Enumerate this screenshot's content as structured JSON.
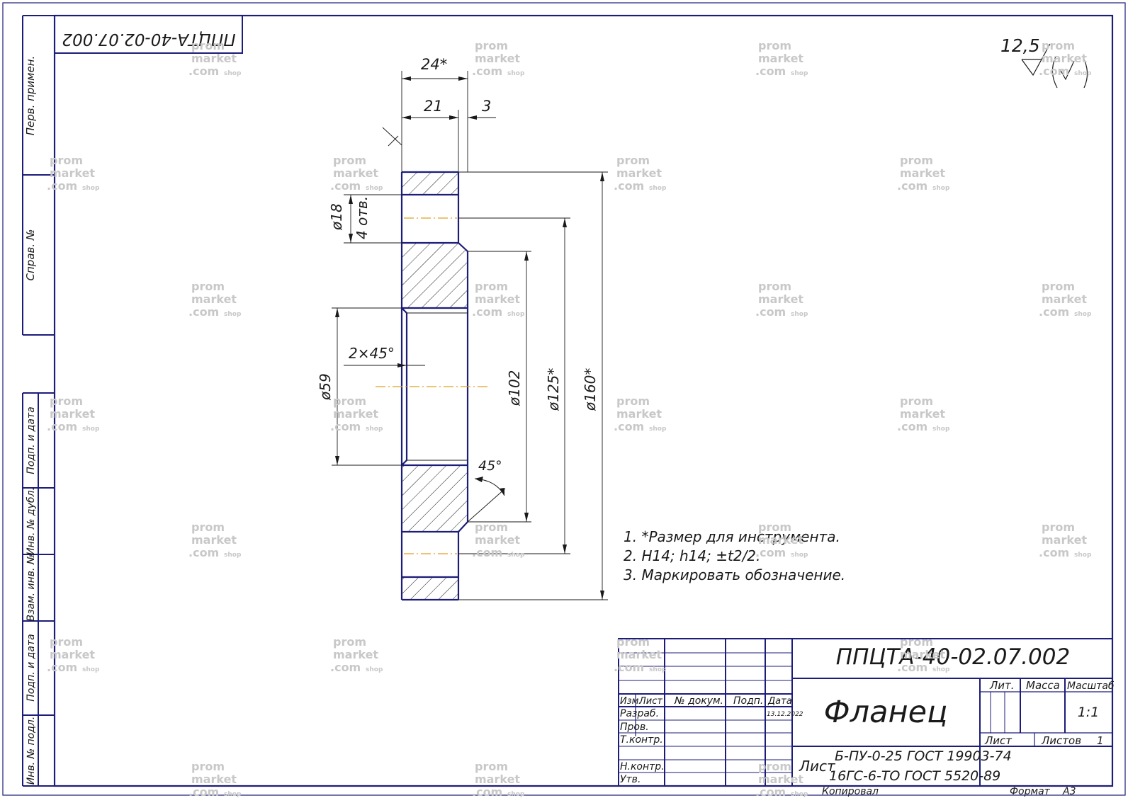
{
  "stamp_rotated": "ППЦТА-40-02.07.002",
  "side_labels": [
    "Перв. примен.",
    "Справ. №",
    "Подп. и дата",
    "Инв. № дубл.",
    "Взам. инв. №",
    "Подп. и дата",
    "Инв. № подл."
  ],
  "roughness": {
    "value": "12,5"
  },
  "dimensions": {
    "d24": "24*",
    "d21": "21",
    "d3": "3",
    "holes_diam": "ø18",
    "holes_count": "4 отв.",
    "chamfer": "2×45°",
    "d59": "ø59",
    "d102": "ø102",
    "d125": "ø125*",
    "d160": "ø160*",
    "angle45": "45°"
  },
  "notes": [
    "1. *Размер для инструмента.",
    "2. H14; h14; ±t2/2.",
    "3. Маркировать обозначение."
  ],
  "title_block": {
    "designation": "ППЦТА-40-02.07.002",
    "name": "Фланец",
    "col_izm": "Изм.",
    "col_list": "Лист",
    "col_doc": "№ докум.",
    "col_sign": "Подп.",
    "col_date": "Дата",
    "row_razrab": "Разраб.",
    "row_prov": "Пров.",
    "row_tkontr": "Т.контр.",
    "row_nkontr": "Н.контр.",
    "row_utv": "Утв.",
    "date_value": "13.12.2022",
    "lit_label": "Лит.",
    "mass_label": "Масса",
    "scale_label": "Масштаб",
    "scale_value": "1:1",
    "sheet_label": "Лист",
    "sheets_label": "Листов",
    "sheets_value": "1",
    "material_prefix": "Лист",
    "material_line1": "Б-ПУ-0-25 ГОСТ 19903-74",
    "material_line2": "16ГС-6-ТО ГОСТ 5520-89",
    "copied": "Копировал",
    "format_label": "Формат",
    "format_value": "А3"
  },
  "watermark": {
    "line1": "prom",
    "line2": "market",
    "line3": ".com",
    "tag": "shop"
  },
  "colors": {
    "frame": "#1c1c7a",
    "axis": "#e0a020",
    "watermark": "#c8c8c8"
  }
}
